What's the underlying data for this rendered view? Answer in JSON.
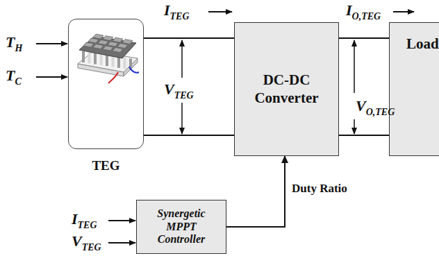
{
  "diagram": {
    "nodes": [
      {
        "text": [
          "TEG"
        ]
      },
      {
        "text": [
          "DC-DC Converter"
        ]
      },
      {
        "text": [
          "Load"
        ]
      },
      {
        "text": [
          "Synergetic MPPT Controller"
        ]
      }
    ],
    "edges": [
      {
        "from": 0,
        "to": 1,
        "arrow": "none"
      },
      {
        "from": 0,
        "to": 1,
        "arrow": "none"
      },
      {
        "from": 1,
        "to": 2,
        "arrow": "none"
      },
      {
        "from": 1,
        "to": 2,
        "arrow": "none"
      },
      {
        "from": 3,
        "to": 1,
        "label": "Duty Ratio",
        "arrow": "to"
      }
    ],
    "labels": [
      "T",
      "H",
      "T",
      "C",
      "I",
      "TEG",
      "V",
      "TEG",
      "I",
      "O,TEG",
      "V",
      "O,TEG",
      "I",
      "TEG",
      "V",
      "TEG"
    ]
  }
}
